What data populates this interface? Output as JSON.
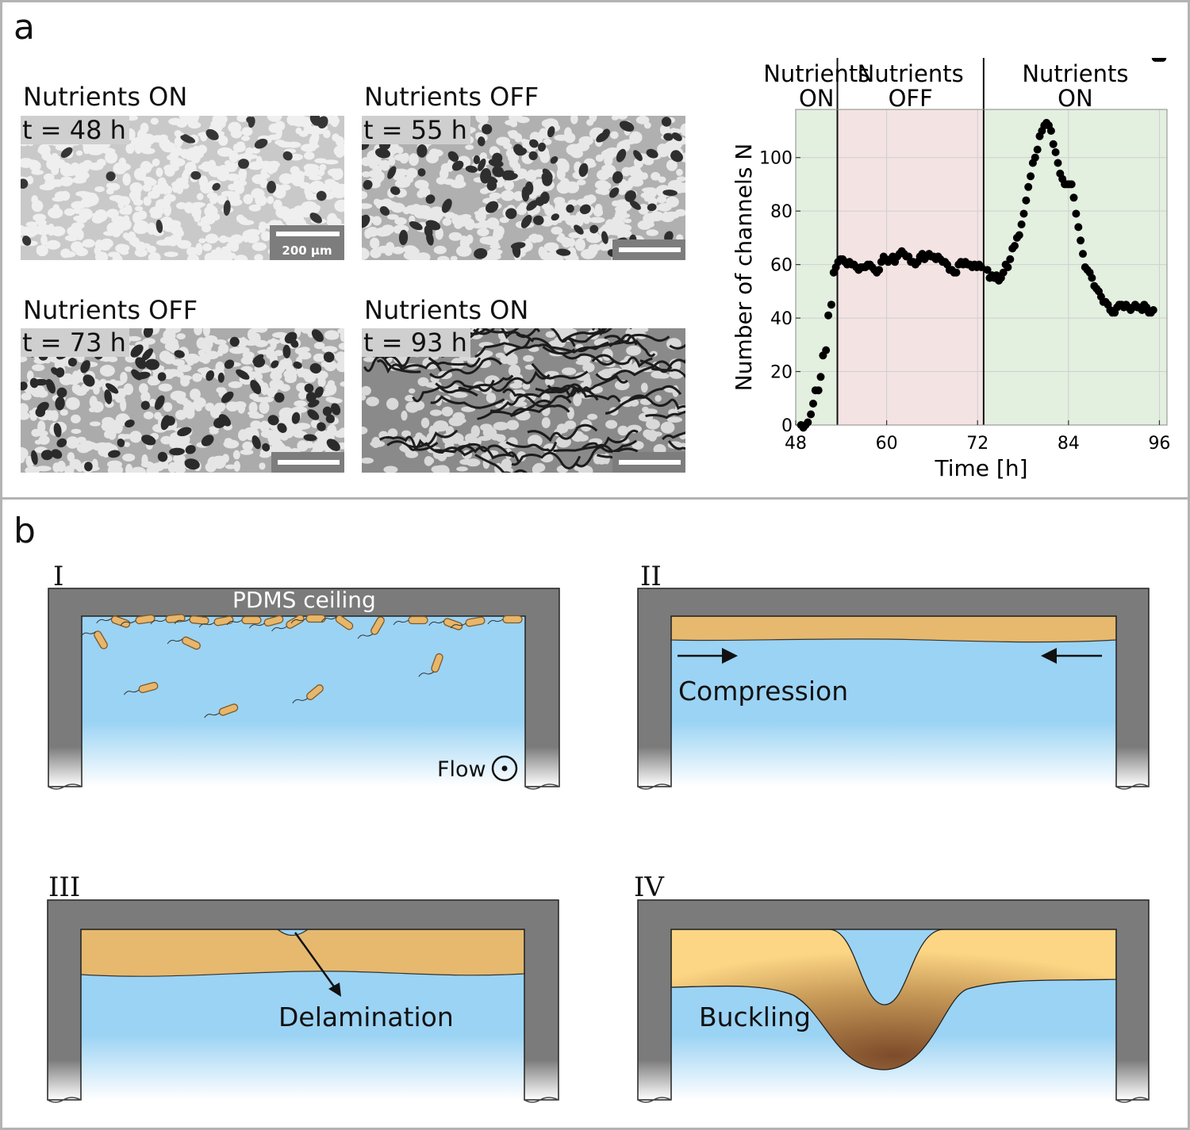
{
  "panel_a": {
    "label": "a",
    "micrographs": [
      {
        "title": "Nutrients ON",
        "time": "t = 48 h",
        "scale_text": "200 μm"
      },
      {
        "title": "Nutrients OFF",
        "time": "t = 55 h",
        "scale_text": ""
      },
      {
        "title": "Nutrients OFF",
        "time": "t = 73 h",
        "scale_text": ""
      },
      {
        "title": "Nutrients ON",
        "time": "t = 93 h",
        "scale_text": ""
      }
    ]
  },
  "chart_data": {
    "type": "scatter",
    "xlabel": "Time [h]",
    "ylabel": "Number of channels N",
    "xlim": [
      48,
      97
    ],
    "ylim": [
      0,
      118
    ],
    "xticks": [
      48,
      60,
      72,
      84,
      96
    ],
    "yticks": [
      0,
      20,
      40,
      60,
      80,
      100
    ],
    "grid": true,
    "phases": [
      {
        "label": "Nutrients ON",
        "start": 48,
        "end": 53.5,
        "color": "#e3efdf"
      },
      {
        "label": "Nutrients OFF",
        "start": 53.5,
        "end": 72.8,
        "color": "#f4e3e3"
      },
      {
        "label": "Nutrients ON",
        "start": 72.8,
        "end": 97,
        "color": "#e3efdf"
      }
    ],
    "x": [
      48.7,
      49.0,
      49.3,
      49.6,
      50.0,
      50.3,
      50.6,
      51.0,
      51.3,
      51.6,
      52.0,
      52.3,
      52.7,
      53.0,
      53.3,
      53.6,
      53.9,
      54.2,
      54.5,
      54.8,
      55.1,
      55.4,
      55.7,
      56.0,
      56.3,
      56.6,
      56.9,
      57.2,
      57.5,
      57.8,
      58.1,
      58.4,
      58.7,
      59.0,
      59.3,
      59.6,
      59.9,
      60.2,
      60.5,
      60.8,
      61.1,
      61.4,
      61.7,
      62.0,
      62.3,
      62.6,
      62.9,
      63.2,
      63.5,
      63.8,
      64.1,
      64.4,
      64.7,
      65.0,
      65.3,
      65.6,
      65.9,
      66.2,
      66.5,
      66.8,
      67.1,
      67.4,
      67.7,
      68.0,
      68.3,
      68.6,
      68.9,
      69.2,
      69.5,
      69.8,
      70.1,
      70.4,
      70.7,
      71.0,
      71.3,
      71.6,
      71.9,
      72.2,
      72.5,
      73.3,
      73.6,
      73.9,
      74.2,
      74.5,
      74.8,
      75.1,
      75.4,
      75.7,
      76.0,
      76.3,
      76.6,
      76.9,
      77.2,
      77.5,
      77.8,
      78.1,
      78.4,
      78.7,
      79.0,
      79.3,
      79.6,
      79.9,
      80.2,
      80.5,
      80.8,
      81.1,
      81.4,
      81.7,
      82.0,
      82.3,
      82.6,
      82.9,
      83.2,
      83.5,
      83.8,
      84.1,
      84.4,
      84.7,
      85.0,
      85.3,
      85.6,
      85.9,
      86.2,
      86.5,
      86.8,
      87.1,
      87.4,
      87.7,
      88.0,
      88.3,
      88.6,
      88.9,
      89.2,
      89.5,
      89.8,
      90.1,
      90.4,
      90.7,
      91.0,
      91.3,
      91.6,
      91.9,
      92.2,
      92.5,
      92.8,
      93.1,
      93.4,
      93.7,
      94.0,
      94.3,
      94.6,
      94.9,
      95.2,
      95.5,
      95.8,
      96.1,
      96.4
    ],
    "y": [
      0,
      -1,
      0,
      1,
      4,
      8,
      13,
      13,
      18,
      26,
      28,
      41,
      45,
      57,
      59,
      61,
      62,
      62,
      61,
      60,
      61,
      60,
      60,
      59,
      58,
      59,
      59,
      59,
      60,
      60,
      59,
      58,
      57,
      58,
      61,
      63,
      62,
      61,
      62,
      63,
      61,
      63,
      64,
      65,
      64,
      63,
      63,
      61,
      61,
      60,
      61,
      63,
      64,
      62,
      63,
      64,
      63,
      63,
      62,
      63,
      62,
      61,
      61,
      60,
      58,
      58,
      57,
      57,
      60,
      61,
      60,
      61,
      60,
      60,
      59,
      60,
      59,
      60,
      59,
      58,
      55,
      56,
      55,
      56,
      54,
      55,
      57,
      60,
      59,
      62,
      66,
      67,
      70,
      71,
      75,
      79,
      84,
      89,
      93,
      98,
      100,
      103,
      108,
      110,
      112,
      113,
      112,
      110,
      105,
      102,
      98,
      94,
      92,
      90,
      90,
      90,
      90,
      85,
      79,
      74,
      69,
      64,
      59,
      58,
      57,
      55,
      52,
      51,
      50,
      48,
      46,
      46,
      45,
      43,
      42,
      42,
      44,
      45,
      45,
      44,
      45,
      44,
      43,
      44,
      45,
      44,
      44,
      43,
      45,
      44,
      42,
      42,
      43
    ]
  },
  "panel_b": {
    "label": "b",
    "schematics": [
      {
        "roman": "I",
        "texts": {
          "ceiling": "PDMS ceiling",
          "flow": "Flow"
        }
      },
      {
        "roman": "II",
        "texts": {
          "compression": "Compression"
        }
      },
      {
        "roman": "III",
        "texts": {
          "delamination": "Delamination"
        }
      },
      {
        "roman": "IV",
        "texts": {
          "buckling": "Buckling"
        }
      }
    ]
  }
}
